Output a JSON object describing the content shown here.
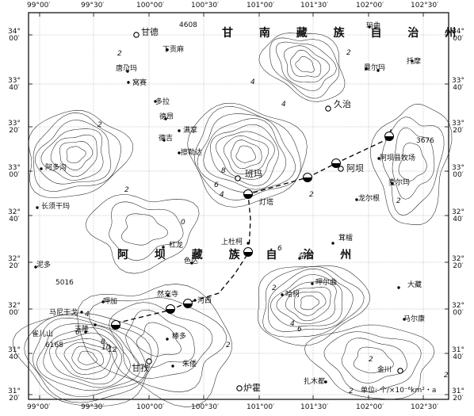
{
  "map": {
    "unit_label": "单位: 个/×10⁻⁶km²・a",
    "regions": [
      "甘 南 藏 族 自 治 州",
      "阿 坝 藏 族 自 治 州"
    ],
    "lon_ticks": [
      "99°00′",
      "99°30′",
      "100°00′",
      "100°30′",
      "101°00′",
      "101°30′",
      "102°00′",
      "102°30′"
    ],
    "lat_ticks": [
      "34°\n00′",
      "33°\n40′",
      "33°\n20′",
      "33°\n00′",
      "32°\n40′",
      "32°\n20′",
      "32°\n00′",
      "31°\n40′",
      "31°\n20′"
    ],
    "places": [
      "甘德",
      "唐尕玛",
      "下贡麻",
      "窝赛",
      "多拉",
      "德昂",
      "满掌",
      "德吉",
      "擦勒达",
      "班玛",
      "灯塔",
      "上杜柯",
      "杠龙",
      "色达",
      "然充寺",
      "河西",
      "棒多",
      "甘孜",
      "朱倭",
      "炉霍",
      "呷加",
      "马尼干戈",
      "雀儿山",
      "玉隆",
      "阿多沟",
      "长须干玛",
      "久治",
      "阿坝",
      "阿坝县牧场",
      "麦尔玛",
      "龙尔根",
      "茸檑",
      "杂多",
      "哈柯",
      "呷尔曲",
      "大藏",
      "马尔康",
      "扎木都",
      "金川",
      "曼尔玛",
      "玛曲",
      "托摩",
      "泥多"
    ],
    "elevations": [
      "4608",
      "3676",
      "5016",
      "6168"
    ],
    "contour_labels": [
      "2",
      "2",
      "4",
      "4",
      "6",
      "8",
      "4",
      "2",
      "0",
      "2",
      "2",
      "4",
      "6",
      "8",
      "10",
      "12",
      "2",
      "2",
      "4",
      "6",
      "2",
      "2",
      "6",
      "2",
      "2"
    ]
  }
}
